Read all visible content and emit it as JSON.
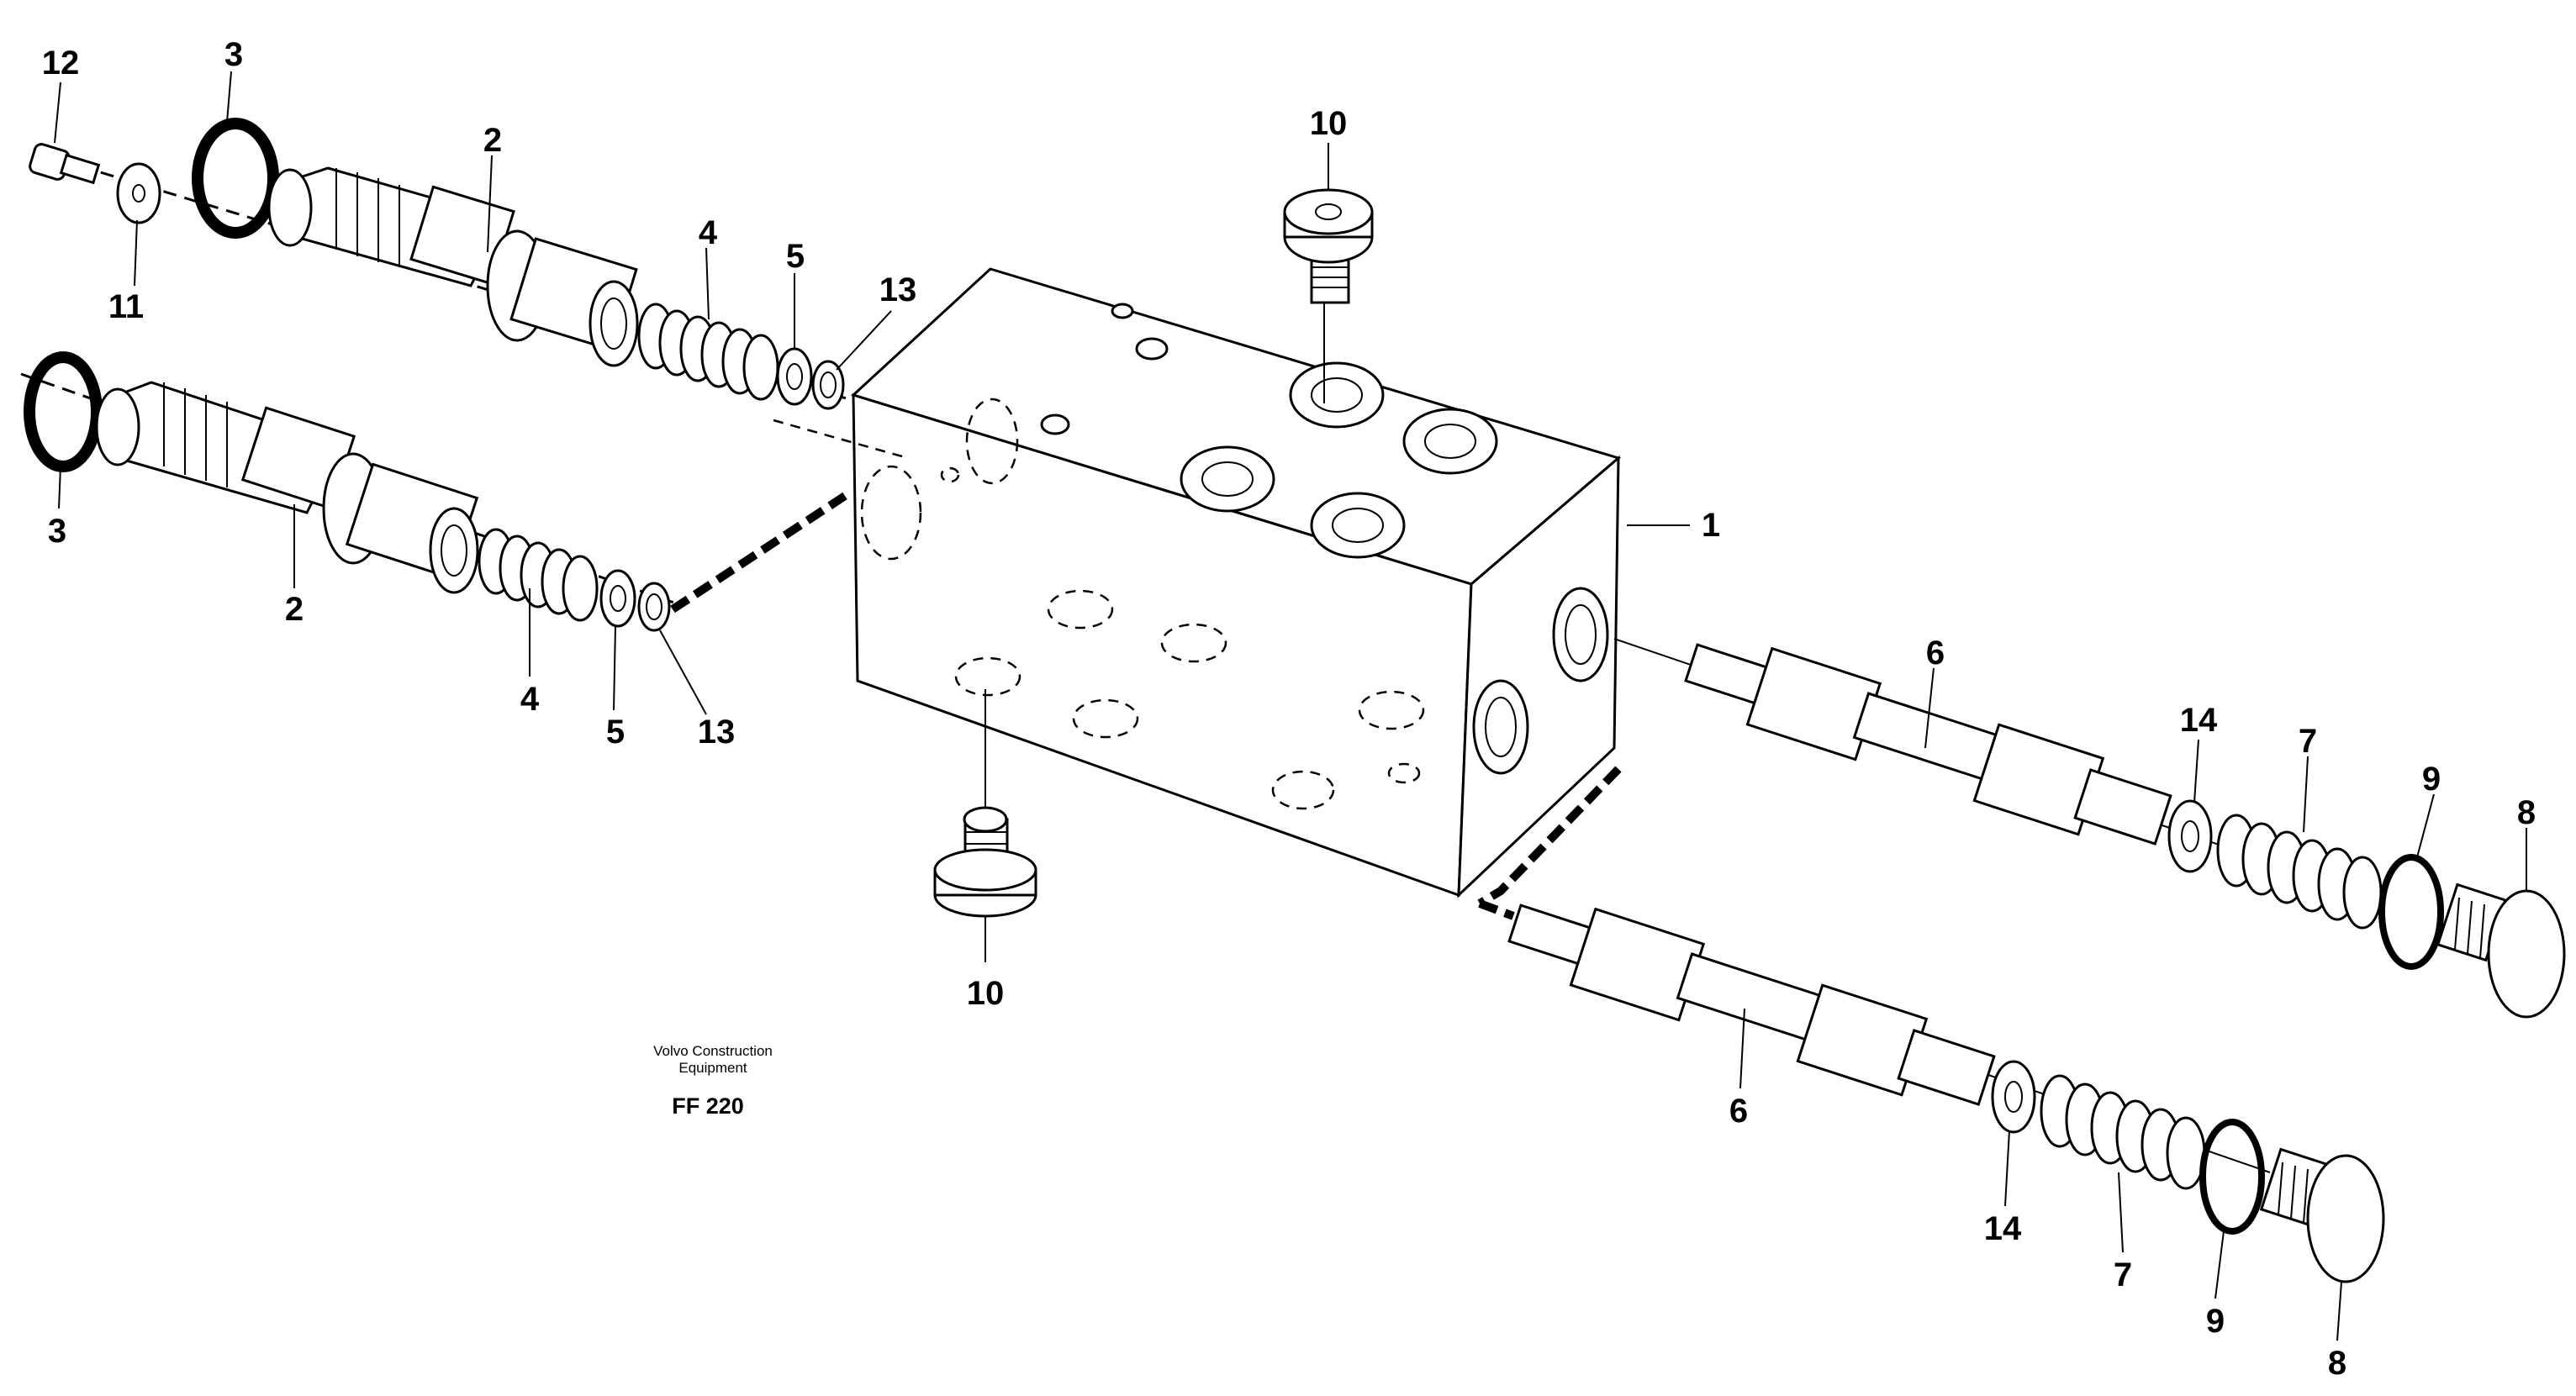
{
  "diagram": {
    "caption_line1": "Volvo Construction",
    "caption_line2": "Equipment",
    "figure_code": "FF 220",
    "part_labels": [
      "12",
      "3",
      "2",
      "11",
      "4",
      "5",
      "13",
      "3",
      "2",
      "4",
      "5",
      "13",
      "10",
      "1",
      "10",
      "6",
      "14",
      "7",
      "9",
      "8",
      "6",
      "14",
      "7",
      "9",
      "8"
    ]
  }
}
